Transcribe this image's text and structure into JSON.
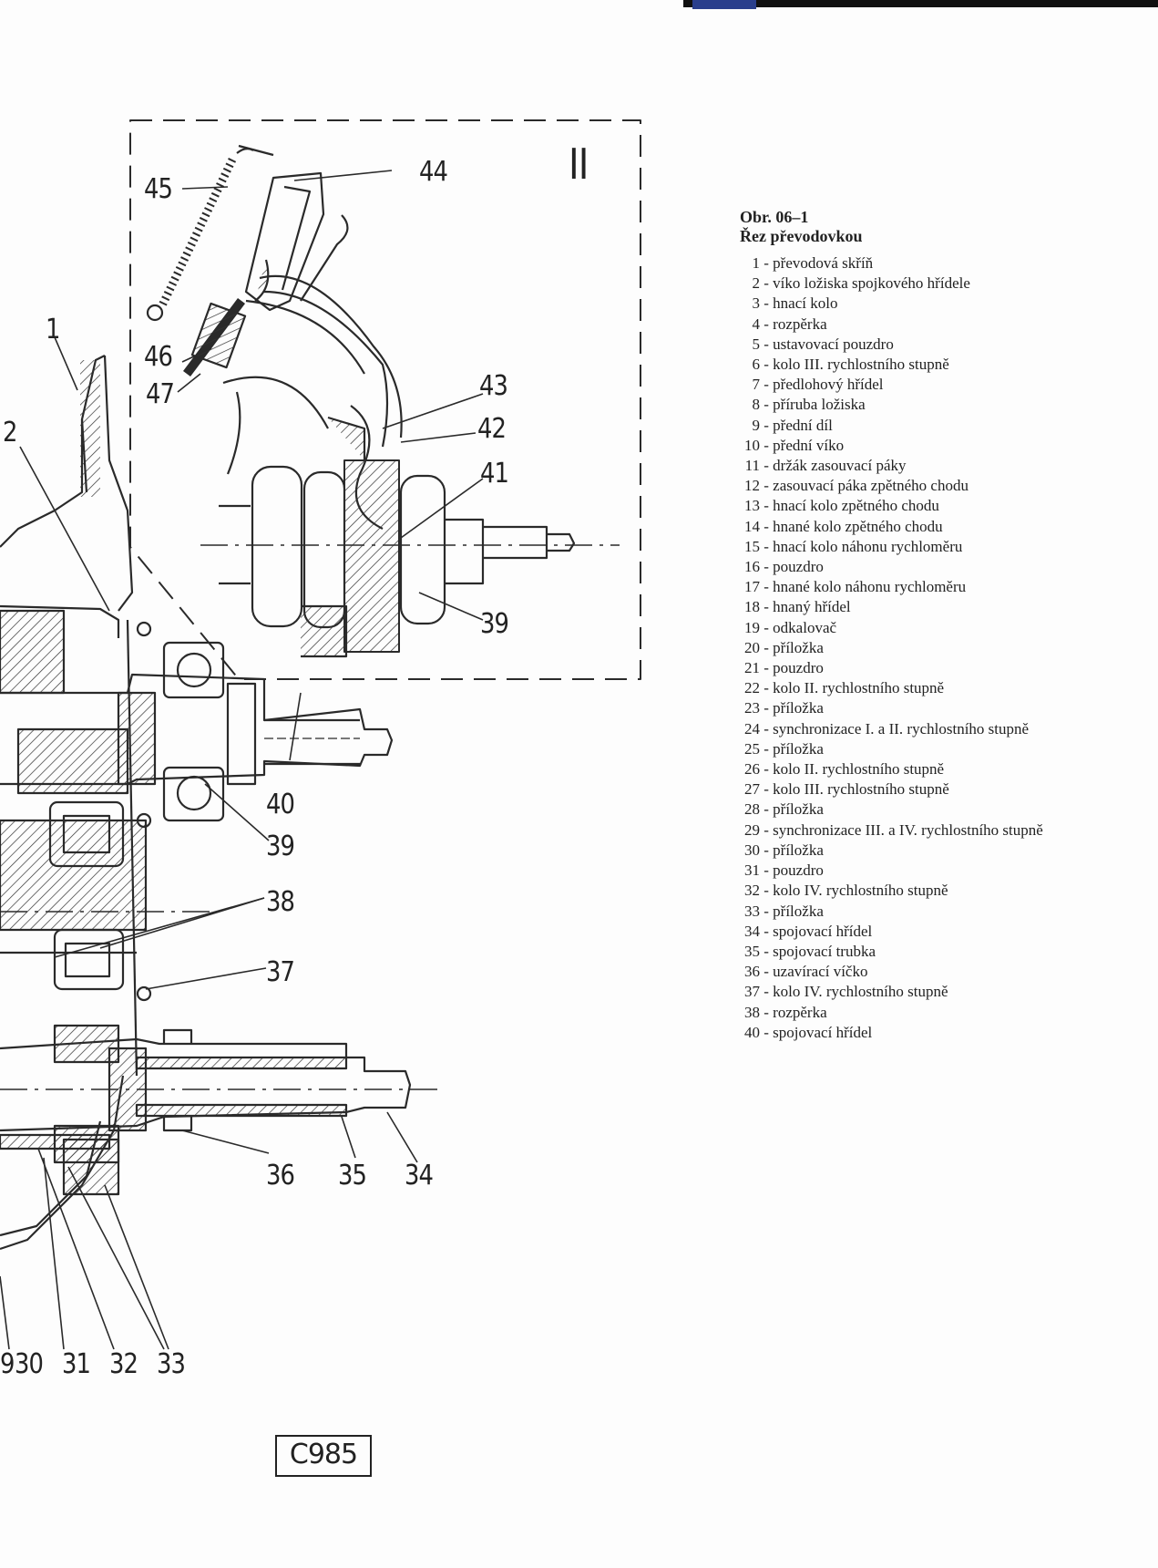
{
  "detail_label": "II",
  "callouts": [
    "1",
    "2",
    "30",
    "31",
    "32",
    "33",
    "34",
    "35",
    "36",
    "37",
    "38",
    "39",
    "39",
    "40",
    "41",
    "42",
    "43",
    "44",
    "45",
    "46",
    "47"
  ],
  "bottom_partial_label": "9",
  "legend": {
    "figure_number": "Obr. 06–1",
    "title": "Řez převodovkou",
    "items": [
      {
        "num": "1",
        "text": "převodová skříň"
      },
      {
        "num": "2",
        "text": "víko ložiska spojkového hřídele"
      },
      {
        "num": "3",
        "text": "hnací kolo"
      },
      {
        "num": "4",
        "text": "rozpěrka"
      },
      {
        "num": "5",
        "text": "ustavovací pouzdro"
      },
      {
        "num": "6",
        "text": "kolo III. rychlostního stupně"
      },
      {
        "num": "7",
        "text": "předlohový hřídel"
      },
      {
        "num": "8",
        "text": "příruba ložiska"
      },
      {
        "num": "9",
        "text": "přední díl"
      },
      {
        "num": "10",
        "text": "přední víko"
      },
      {
        "num": "11",
        "text": "držák zasouvací páky"
      },
      {
        "num": "12",
        "text": "zasouvací páka zpětného chodu"
      },
      {
        "num": "13",
        "text": "hnací kolo zpětného chodu"
      },
      {
        "num": "14",
        "text": "hnané kolo zpětného chodu"
      },
      {
        "num": "15",
        "text": "hnací kolo náhonu rychloměru"
      },
      {
        "num": "16",
        "text": "pouzdro"
      },
      {
        "num": "17",
        "text": "hnané kolo náhonu rychloměru"
      },
      {
        "num": "18",
        "text": "hnaný hřídel"
      },
      {
        "num": "19",
        "text": "odkalovač"
      },
      {
        "num": "20",
        "text": "příložka"
      },
      {
        "num": "21",
        "text": "pouzdro"
      },
      {
        "num": "22",
        "text": "kolo II. rychlostního stupně"
      },
      {
        "num": "23",
        "text": "příložka"
      },
      {
        "num": "24",
        "text": "synchronizace I. a II. rychlostního stupně"
      },
      {
        "num": "25",
        "text": "příložka"
      },
      {
        "num": "26",
        "text": "kolo II. rychlostního stupně"
      },
      {
        "num": "27",
        "text": "kolo III. rychlostního stupně"
      },
      {
        "num": "28",
        "text": "příložka"
      },
      {
        "num": "29",
        "text": "synchronizace III. a IV. rychlostního stupně"
      },
      {
        "num": "30",
        "text": "příložka"
      },
      {
        "num": "31",
        "text": "pouzdro"
      },
      {
        "num": "32",
        "text": "kolo IV. rychlostního stupně"
      },
      {
        "num": "33",
        "text": "příložka"
      },
      {
        "num": "34",
        "text": "spojovací hřídel"
      },
      {
        "num": "35",
        "text": "spojovací trubka"
      },
      {
        "num": "36",
        "text": "uzavírací víčko"
      },
      {
        "num": "37",
        "text": "kolo IV. rychlostního stupně"
      },
      {
        "num": "38",
        "text": "rozpěrka"
      },
      {
        "num": "40",
        "text": "spojovací hřídel"
      }
    ]
  },
  "drawing_code": "C985"
}
